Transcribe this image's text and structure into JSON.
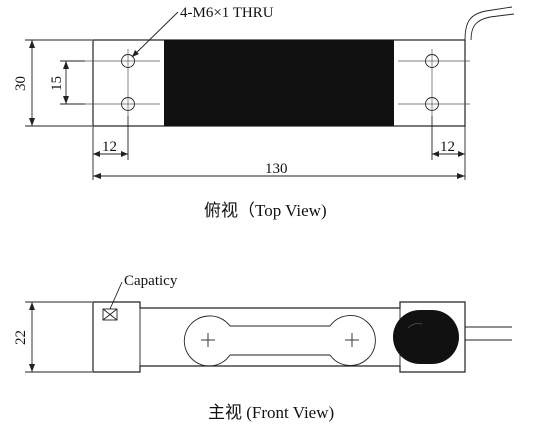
{
  "top_view": {
    "caption": "俯视（Top View)",
    "hole_callout": "4-M6×1 THRU",
    "dim_height": "30",
    "dim_hole_spacing": "15",
    "dim_left_offset": "12",
    "dim_right_offset": "12",
    "dim_length": "130"
  },
  "front_view": {
    "caption": "主视 (Front View)",
    "capacity_label": "Capaticy",
    "dim_height": "22"
  },
  "colors": {
    "ink": "#222222",
    "pad": "#111111"
  }
}
